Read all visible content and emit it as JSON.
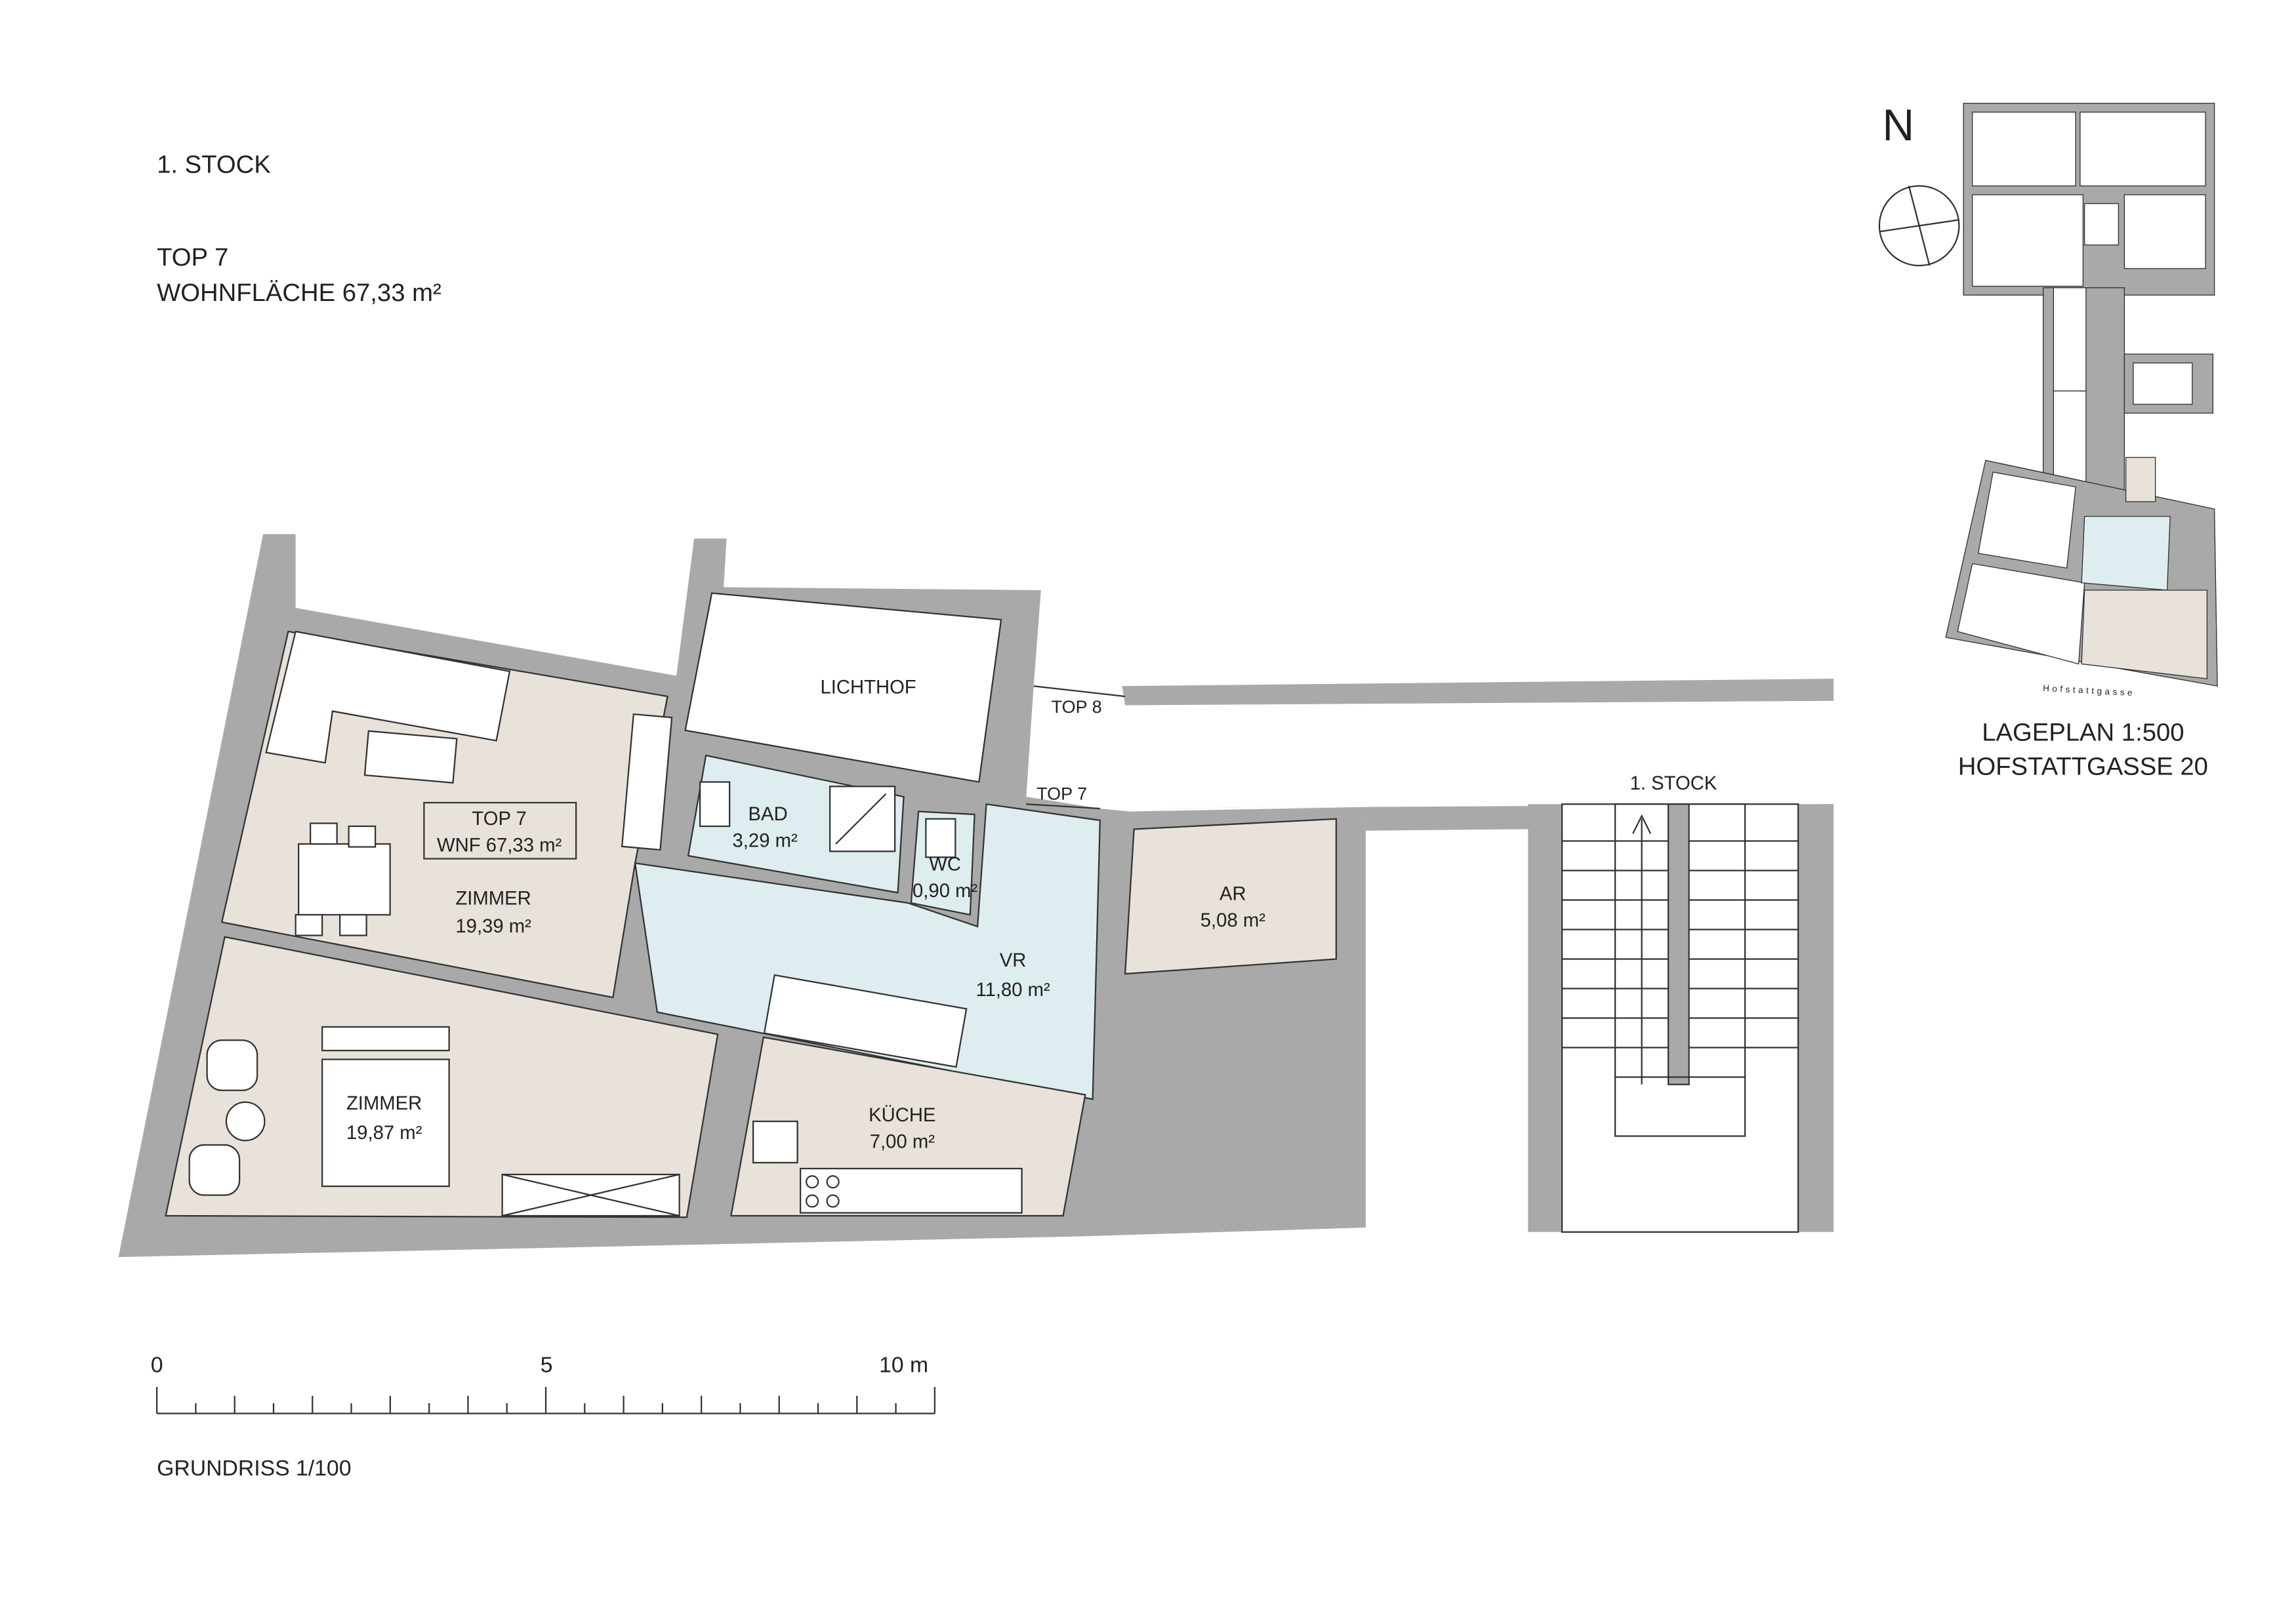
{
  "header": {
    "floor": "1. STOCK",
    "unit": "TOP  7",
    "living_area": "WOHNFLÄCHE 67,33 m²"
  },
  "plan": {
    "unit_box": {
      "title": "TOP 7",
      "area": "WNF 67,33 m²"
    },
    "rooms": [
      {
        "name": "ZIMMER",
        "area": "19,39 m²"
      },
      {
        "name": "ZIMMER",
        "area": "19,87 m²"
      },
      {
        "name": "BAD",
        "area": "3,29 m²"
      },
      {
        "name": "WC",
        "area": "0,90 m²"
      },
      {
        "name": "VR",
        "area": "11,80 m²"
      },
      {
        "name": "KÜCHE",
        "area": "7,00 m²"
      },
      {
        "name": "AR",
        "area": "5,08 m²"
      },
      {
        "name": "LICHTHOF",
        "area": ""
      }
    ],
    "labels": {
      "top8": "TOP 8",
      "top7": "TOP 7",
      "stair": "1. STOCK"
    }
  },
  "scale_bar": {
    "start": "0",
    "mid": "5",
    "end": "10 m",
    "ticks": 20,
    "title": "GRUNDRISS 1/100"
  },
  "site_plan": {
    "north": "N",
    "street": "Hofstattgasse",
    "title": "LAGEPLAN 1:500",
    "address": "HOFSTATTGASSE 20"
  },
  "colors": {
    "wall": "#a9a9a9",
    "room": "#e8e2da",
    "wet": "#deedf0",
    "line": "#333333"
  }
}
